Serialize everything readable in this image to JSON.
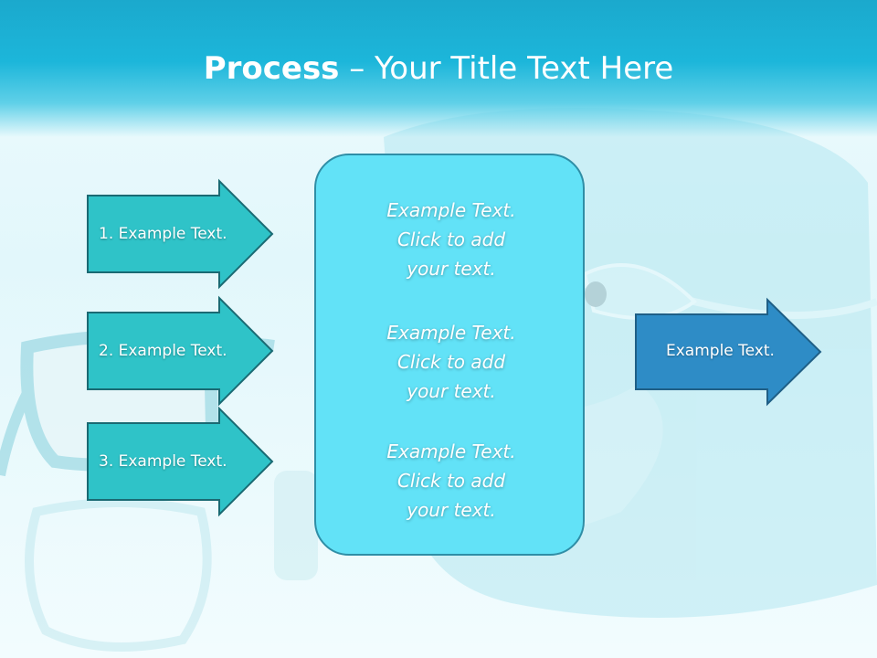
{
  "title": {
    "bold": "Process",
    "rest": " – Your Title Text Here"
  },
  "left_arrows": [
    {
      "label": "1. Example Text."
    },
    {
      "label": "2. Example Text."
    },
    {
      "label": "3. Example Text."
    }
  ],
  "center_box": {
    "paragraphs": [
      {
        "lines": [
          "Example Text.",
          "Click  to add",
          "your text."
        ]
      },
      {
        "lines": [
          "Example Text.",
          "Click  to add",
          "your text."
        ]
      },
      {
        "lines": [
          "Example Text.",
          "Click  to add",
          "your text."
        ]
      }
    ]
  },
  "right_arrow": {
    "label": "Example Text."
  },
  "colors": {
    "header": "#1cb6da",
    "left_arrow_fill": "#2fc3c8",
    "left_arrow_stroke": "#1a6a73",
    "center_box_fill": "#62e2f7",
    "right_arrow_fill": "#2e8cc6",
    "right_arrow_stroke": "#1f5f86"
  },
  "background_image": {
    "description": "sunglasses-icon",
    "secondary": "purse-icon"
  }
}
